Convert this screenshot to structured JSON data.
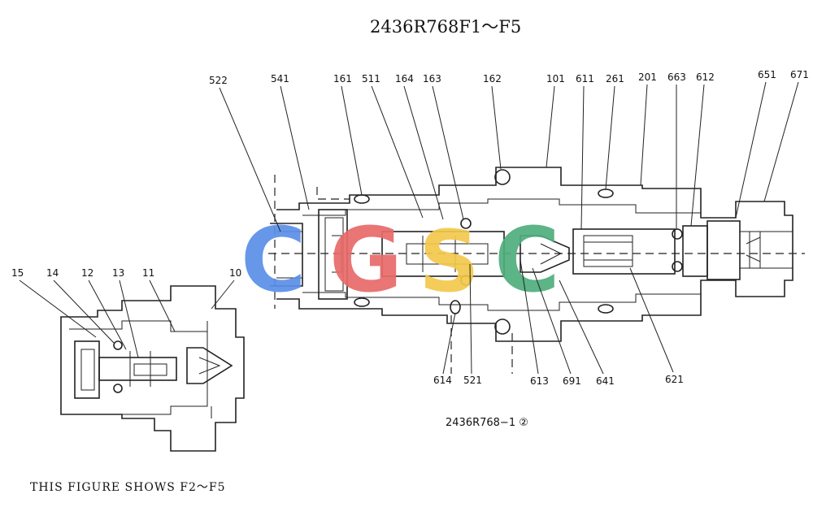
{
  "title": "2436R768F1～F5",
  "caption": "2436R768−1 ②",
  "note": "THIS FIGURE SHOWS  F2～F5",
  "watermark": {
    "letters": [
      "C",
      "G",
      "S",
      "C"
    ],
    "colors": [
      "#5b8fe8",
      "#e86a6a",
      "#f2c84b",
      "#4fae7d"
    ]
  },
  "callouts_main": [
    "522",
    "541",
    "161",
    "511",
    "164",
    "163",
    "162",
    "101",
    "611",
    "261",
    "201",
    "663",
    "612",
    "651",
    "671"
  ],
  "callouts_bottom": [
    "614",
    "521",
    "613",
    "691",
    "641",
    "621"
  ],
  "callouts_left": [
    "15",
    "14",
    "12",
    "13",
    "11",
    "10"
  ]
}
